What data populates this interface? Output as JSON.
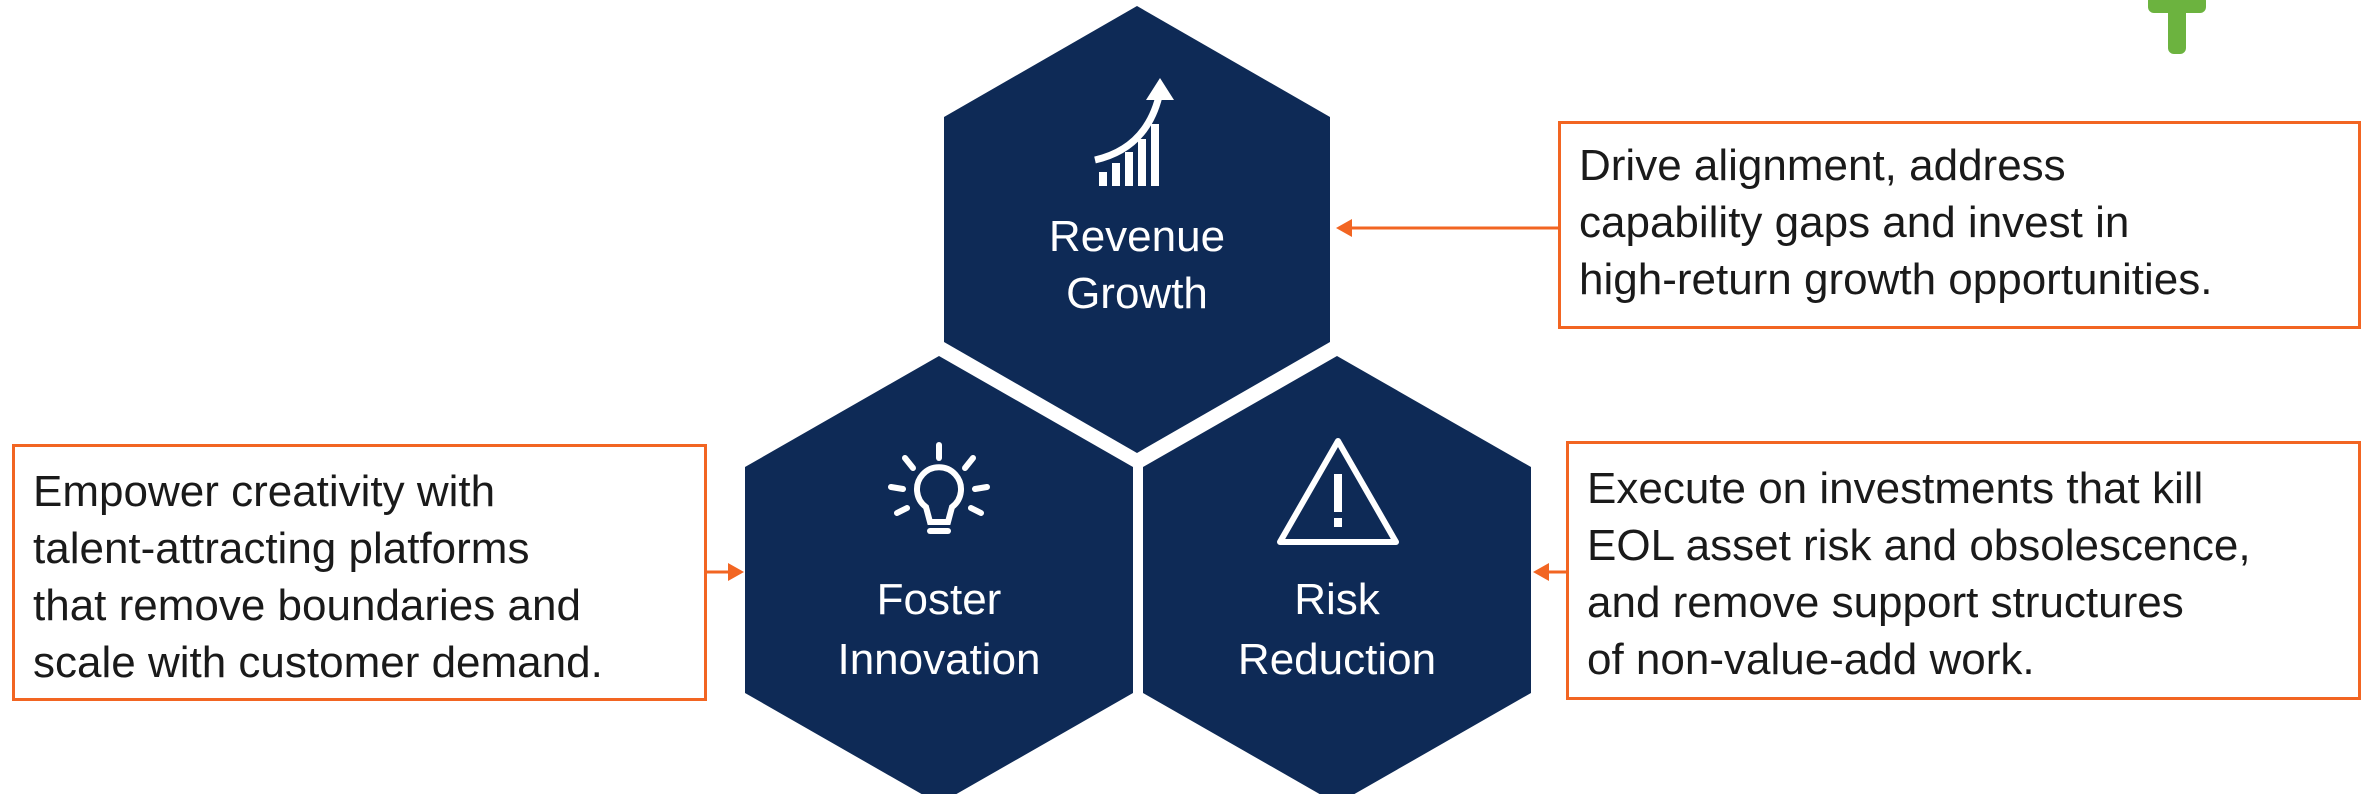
{
  "hexagons": [
    {
      "id": "revenue",
      "title_lines": [
        "Revenue",
        "Growth"
      ],
      "icon": "rising-chart-icon"
    },
    {
      "id": "innovation",
      "title_lines": [
        "Foster",
        "Innovation"
      ],
      "icon": "lightbulb-icon"
    },
    {
      "id": "risk",
      "title_lines": [
        "Risk",
        "Reduction"
      ],
      "icon": "warning-triangle-icon"
    }
  ],
  "callouts": {
    "top": {
      "lines": [
        "Drive alignment, address",
        "capability gaps and invest in",
        "high-return growth opportunities."
      ]
    },
    "left": {
      "lines": [
        "Empower creativity with",
        "talent-attracting platforms",
        "that remove boundaries and",
        "scale with customer demand."
      ]
    },
    "right": {
      "lines": [
        "Execute on investments that kill",
        "EOL asset risk and obsolescence,",
        "and remove support structures",
        "of non-value-add work."
      ]
    }
  },
  "corner_icon": "plus-icon",
  "colors": {
    "hexagon": "#0e2a56",
    "accent": "#f26522",
    "plus": "#6cb33f"
  }
}
